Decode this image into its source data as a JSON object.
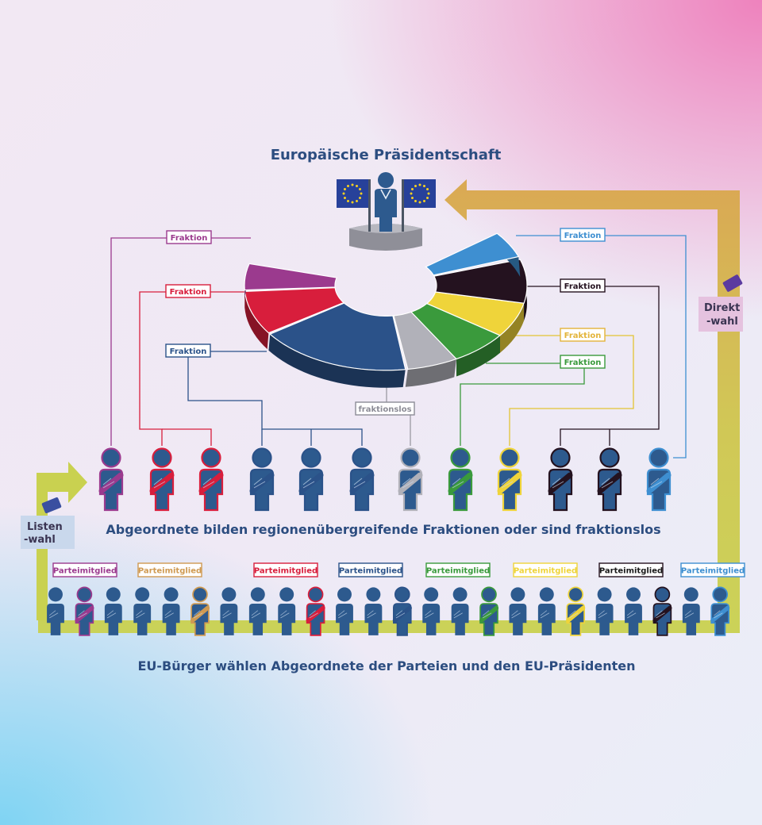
{
  "title": "Europäische Präsidentschaft",
  "middle_caption": "Abgeordnete bilden regionenübergreifende Fraktionen oder sind fraktionslos",
  "bottom_caption": "EU-Bürger wählen Abgeordnete der Parteien und den EU-Präsidenten",
  "labels": {
    "fraktion": "Fraktion",
    "fraktionslos": "fraktionslos",
    "parteimitglied": "Parteimitglied",
    "listen_1": "Listen",
    "listen_2": "-wahl",
    "direkt_1": "Direkt",
    "direkt_2": "-wahl"
  },
  "colors": {
    "figure": "#2d5a8e",
    "purple": "#9b3a8e",
    "red": "#d81e3c",
    "blue": "#2b5289",
    "grey": "#b1b1b9",
    "green": "#3a9a3c",
    "yellow": "#efd43a",
    "black": "#24121f",
    "lightblue": "#3e8fd1",
    "orange": "#cf9a52",
    "arrow": "#c9cf50",
    "flag": "#27419a",
    "stars": "#f5d020"
  }
}
